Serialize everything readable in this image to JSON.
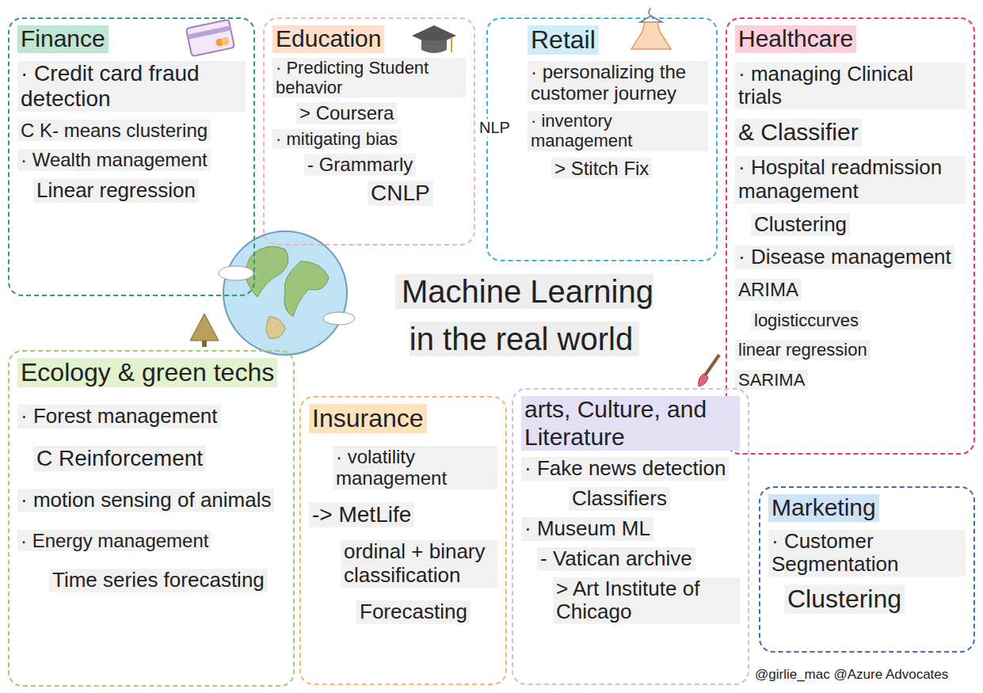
{
  "diagram": {
    "title": "Machine Learning in the real world",
    "nodes": [
      {
        "text": [
          "Finance",
          "· Credit card fraud detection",
          "C K- means clustering",
          "· Wealth management",
          "Linear regression"
        ]
      },
      {
        "text": [
          "Education",
          "· Predicting Student behavior",
          "> Coursera",
          "· mitigating bias",
          "- Grammarly",
          "CNLP"
        ]
      },
      {
        "text": [
          "Retail",
          "· personalizing the customer journey",
          "· inventory management",
          "> Stitch Fix"
        ]
      },
      {
        "text": [
          "Healthcare",
          "· managing Clinical trials",
          "& Classifier",
          "· Hospital readmission management",
          "Clustering",
          "· Disease management",
          "ARIMA",
          "logisticcurves",
          "linear regression",
          "SARIMA"
        ]
      },
      {
        "text": [
          "Ecology & green techs",
          "· Forest management",
          "C Reinforcement",
          "· motion sensing of animals",
          "· Energy management",
          "Time series forecasting"
        ]
      },
      {
        "text": [
          "Insurance",
          "· volatility management",
          "-> MetLife",
          "ordinal + binary classification",
          "Forecasting"
        ]
      },
      {
        "text": [
          "arts, Culture, and Literature",
          "· Fake news detection",
          "Classifiers",
          "· Museum ML",
          "- Vatican archive",
          "> Art Institute of Chicago"
        ]
      },
      {
        "text": [
          "Marketing",
          "· Customer Segmentation",
          "Clustering"
        ]
      }
    ],
    "labels": [
      "NLP",
      "@girlie_mac @Azure Advocates"
    ]
  }
}
